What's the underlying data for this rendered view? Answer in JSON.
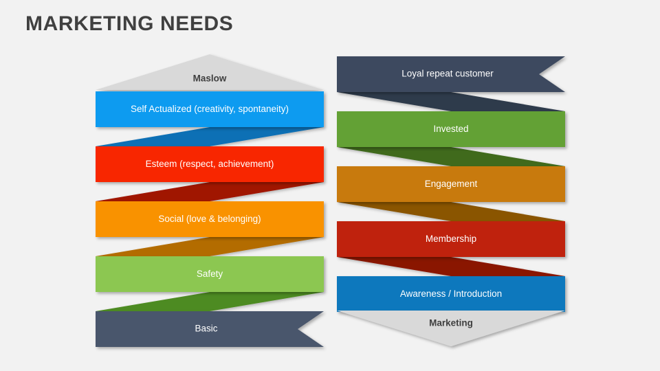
{
  "slide": {
    "title": "MARKETING NEEDS",
    "background_color": "#f2f2f2",
    "title_color": "#404040"
  },
  "left_pyramid": {
    "name": "Maslow hierarchy of needs pyramid",
    "cap_label": "Maslow",
    "cap_color": "#d9d9d9",
    "orientation": "apex-up",
    "levels": [
      {
        "label": "Self Actualized (creativity, spontaneity)",
        "color": "#0b9bf0",
        "fold_color": "#0e6fb5"
      },
      {
        "label": "Esteem (respect, achievement)",
        "color": "#f82805",
        "fold_color": "#a01303"
      },
      {
        "label": "Social (love & belonging)",
        "color": "#f99200",
        "fold_color": "#b36c05"
      },
      {
        "label": "Safety",
        "color": "#8cc751",
        "fold_color": "#4e8b21"
      },
      {
        "label": "Basic",
        "color": "#4a566c",
        "fold_color": "#39425a"
      }
    ]
  },
  "right_pyramid": {
    "name": "Marketing customer journey inverted pyramid",
    "cap_label": "Marketing",
    "cap_color": "#d9d9d9",
    "orientation": "apex-down",
    "levels": [
      {
        "label": "Loyal repeat customer",
        "color": "#3c4a5e",
        "fold_color": "#2f3b4c"
      },
      {
        "label": "Invested",
        "color": "#63a134",
        "fold_color": "#3f6b1d"
      },
      {
        "label": "Engagement",
        "color": "#c87a09",
        "fold_color": "#8a5405"
      },
      {
        "label": "Membership",
        "color": "#bf2209",
        "fold_color": "#8a1504"
      },
      {
        "label": "Awareness / Introduction",
        "color": "#0c78bd",
        "fold_color": "#0a5181"
      }
    ]
  }
}
